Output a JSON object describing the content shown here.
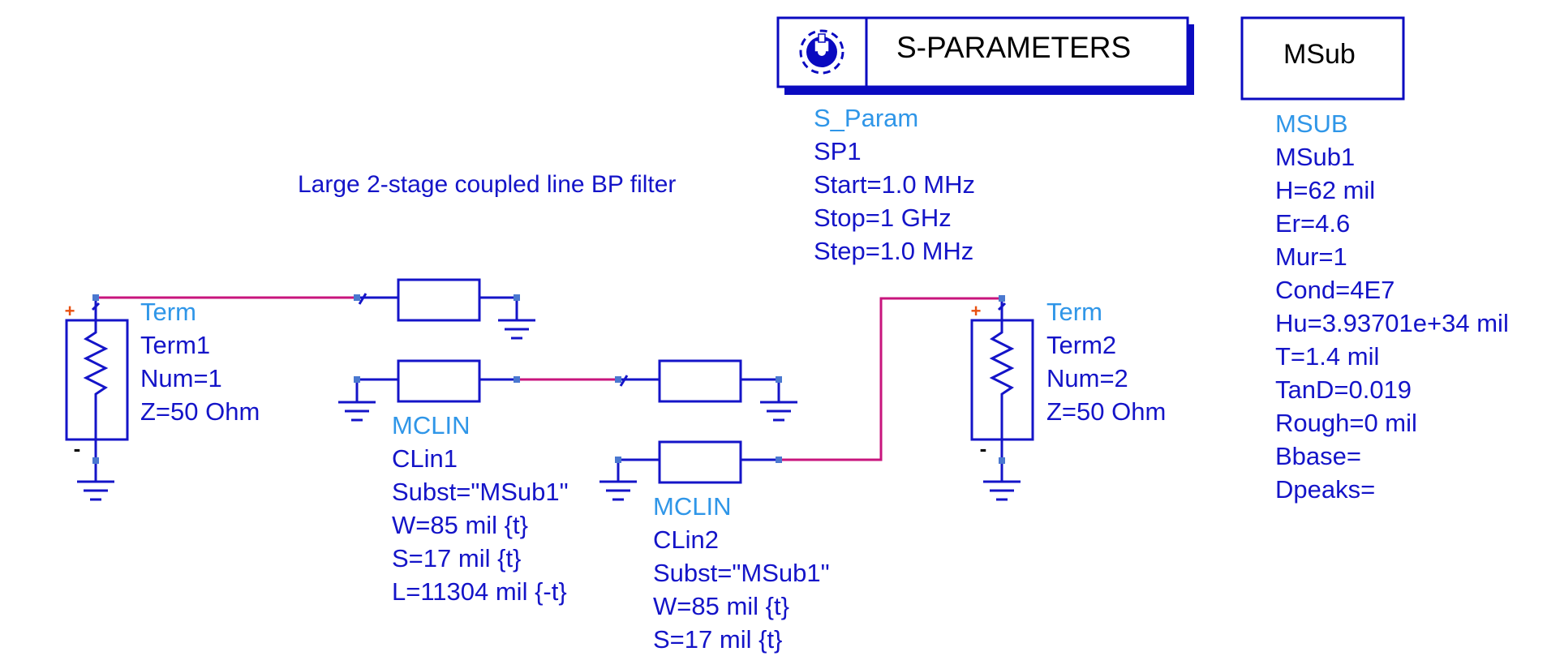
{
  "title": "Large 2-stage coupled line BP filter",
  "colors": {
    "component": "#1414c8",
    "label_type": "#2f96e8",
    "label_value": "#1414c8",
    "wire": "#c8157d",
    "pin": "#4a78d0",
    "plus": "#e85010"
  },
  "sparam": {
    "header": "S-PARAMETERS",
    "icon": "gear-icon",
    "type": "S_Param",
    "name": "SP1",
    "params": [
      "Start=1.0 MHz",
      "Stop=1 GHz",
      "Step=1.0 MHz"
    ]
  },
  "msub": {
    "header": "MSub",
    "type": "MSUB",
    "name": "MSub1",
    "params": [
      "H=62 mil",
      "Er=4.6",
      "Mur=1",
      "Cond=4E7",
      "Hu=3.93701e+34 mil",
      "T=1.4 mil",
      "TanD=0.019",
      "Rough=0 mil",
      "Bbase=",
      "Dpeaks="
    ]
  },
  "term1": {
    "type": "Term",
    "name": "Term1",
    "params": [
      "Num=1",
      "Z=50 Ohm"
    ],
    "plus": "+",
    "minus": "-"
  },
  "term2": {
    "type": "Term",
    "name": "Term2",
    "params": [
      "Num=2",
      "Z=50 Ohm"
    ],
    "plus": "+",
    "minus": "-"
  },
  "clin1": {
    "type": "MCLIN",
    "name": "CLin1",
    "params": [
      "Subst=\"MSub1\"",
      "W=85 mil {t}",
      "S=17 mil {t}",
      "L=11304 mil {-t}"
    ]
  },
  "clin2": {
    "type": "MCLIN",
    "name": "CLin2",
    "params": [
      "Subst=\"MSub1\"",
      "W=85 mil {t}",
      "S=17 mil {t}"
    ]
  }
}
